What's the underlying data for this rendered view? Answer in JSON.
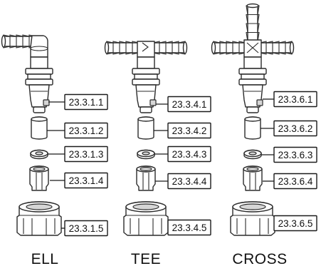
{
  "columns": [
    {
      "title": "ELL",
      "fitting": "ell",
      "labels": [
        "23.3.1.1",
        "23.3.1.2",
        "23.3.1.3",
        "23.3.1.4",
        "23.3.1.5"
      ]
    },
    {
      "title": "TEE",
      "fitting": "tee",
      "labels": [
        "23.3.4.1",
        "23.3.4.2",
        "23.3.4.3",
        "23.3.4.4",
        "23.3.4.5"
      ]
    },
    {
      "title": "CROSS",
      "fitting": "cross",
      "labels": [
        "23.3.6.1",
        "23.3.6.2",
        "23.3.6.3",
        "23.3.6.4",
        "23.3.6.5"
      ]
    }
  ],
  "parts": [
    "body-fitting",
    "sleeve",
    "washer",
    "insert",
    "coupling-nut"
  ],
  "colors": {
    "line": "#2b2b2b",
    "shade": "#d6d6d6",
    "background": "#ffffff"
  }
}
